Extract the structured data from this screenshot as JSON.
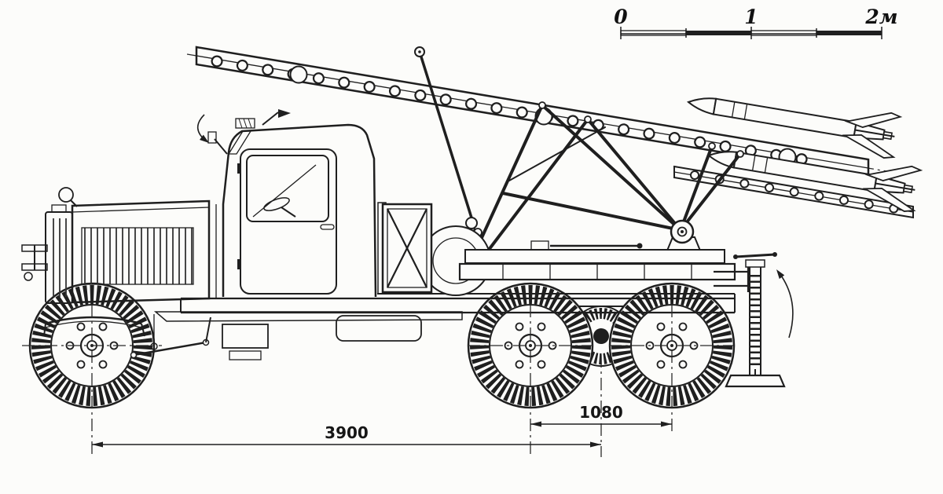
{
  "scale_bar": {
    "labels": [
      "0",
      "1",
      "2м"
    ]
  },
  "dimensions": {
    "wheelbase_mm": "3900",
    "rear_bogie_spacing_mm": "1080"
  },
  "colors": {
    "ink": "#1f1f1f",
    "paper": "#fcfcfa"
  }
}
